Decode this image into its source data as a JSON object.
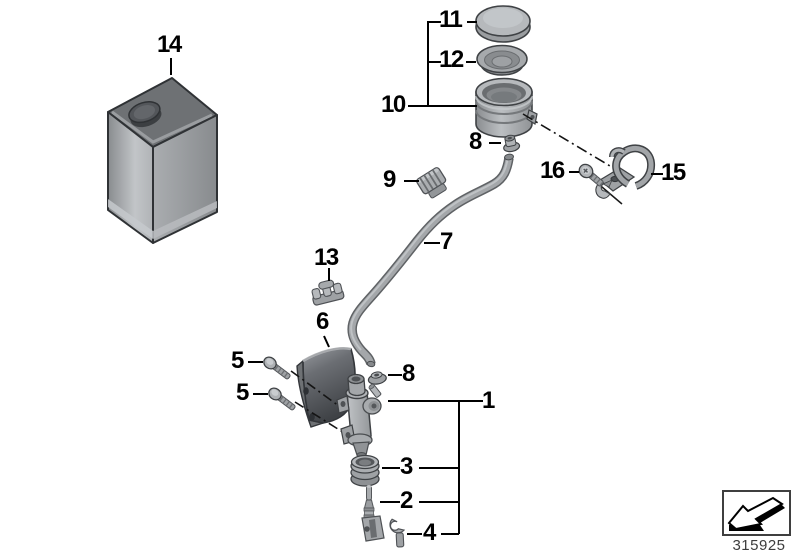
{
  "callouts": {
    "c1": "1",
    "c2": "2",
    "c3": "3",
    "c4": "4",
    "c5a": "5",
    "c5b": "5",
    "c6": "6",
    "c7": "7",
    "c8a": "8",
    "c8b": "8",
    "c9": "9",
    "c10": "10",
    "c11": "11",
    "c12": "12",
    "c13": "13",
    "c14": "14",
    "c15": "15",
    "c16": "16"
  },
  "footer": {
    "part_number": "315925"
  },
  "colors": {
    "background": "#ffffff",
    "callout_text": "#000000",
    "callout_line": "#000000",
    "metal_light": "#b6b9bc",
    "metal_mid": "#9a9da0",
    "metal_dark": "#55585b",
    "shield_dark": "#45484c",
    "outline": "#3a3d40"
  }
}
